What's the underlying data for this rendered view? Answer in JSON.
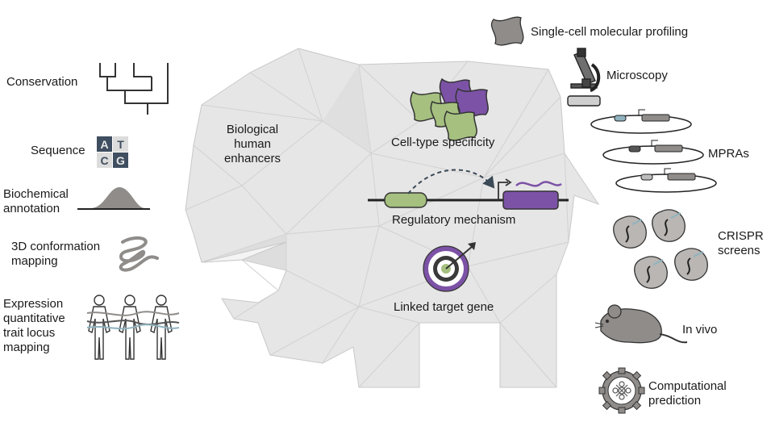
{
  "left": {
    "conservation": "Conservation",
    "sequence": "Sequence",
    "seq_letters": [
      "A",
      "T",
      "C",
      "G"
    ],
    "biochemical": [
      "Biochemical",
      "annotation"
    ],
    "conformation": [
      "3D conformation",
      "mapping"
    ],
    "eqtl": [
      "Expression",
      "quantitative",
      "trait locus",
      "mapping"
    ]
  },
  "center": {
    "biological": [
      "Biological",
      "human",
      "enhancers"
    ],
    "cell_type": "Cell-type specificity",
    "regulatory": "Regulatory mechanism",
    "linked": "Linked target gene"
  },
  "right": {
    "single_cell": "Single-cell molecular profiling",
    "microscopy": "Microscopy",
    "mpras": "MPRAs",
    "crispr": [
      "CRISPR",
      "screens"
    ],
    "in_vivo": "In vivo",
    "computational": [
      "Computational",
      "prediction"
    ]
  },
  "colors": {
    "elephant": "#e7e6e6",
    "green": "#a5c07f",
    "purple": "#7c52a6",
    "grey_icon": "#8f8c89",
    "line": "#333333"
  }
}
